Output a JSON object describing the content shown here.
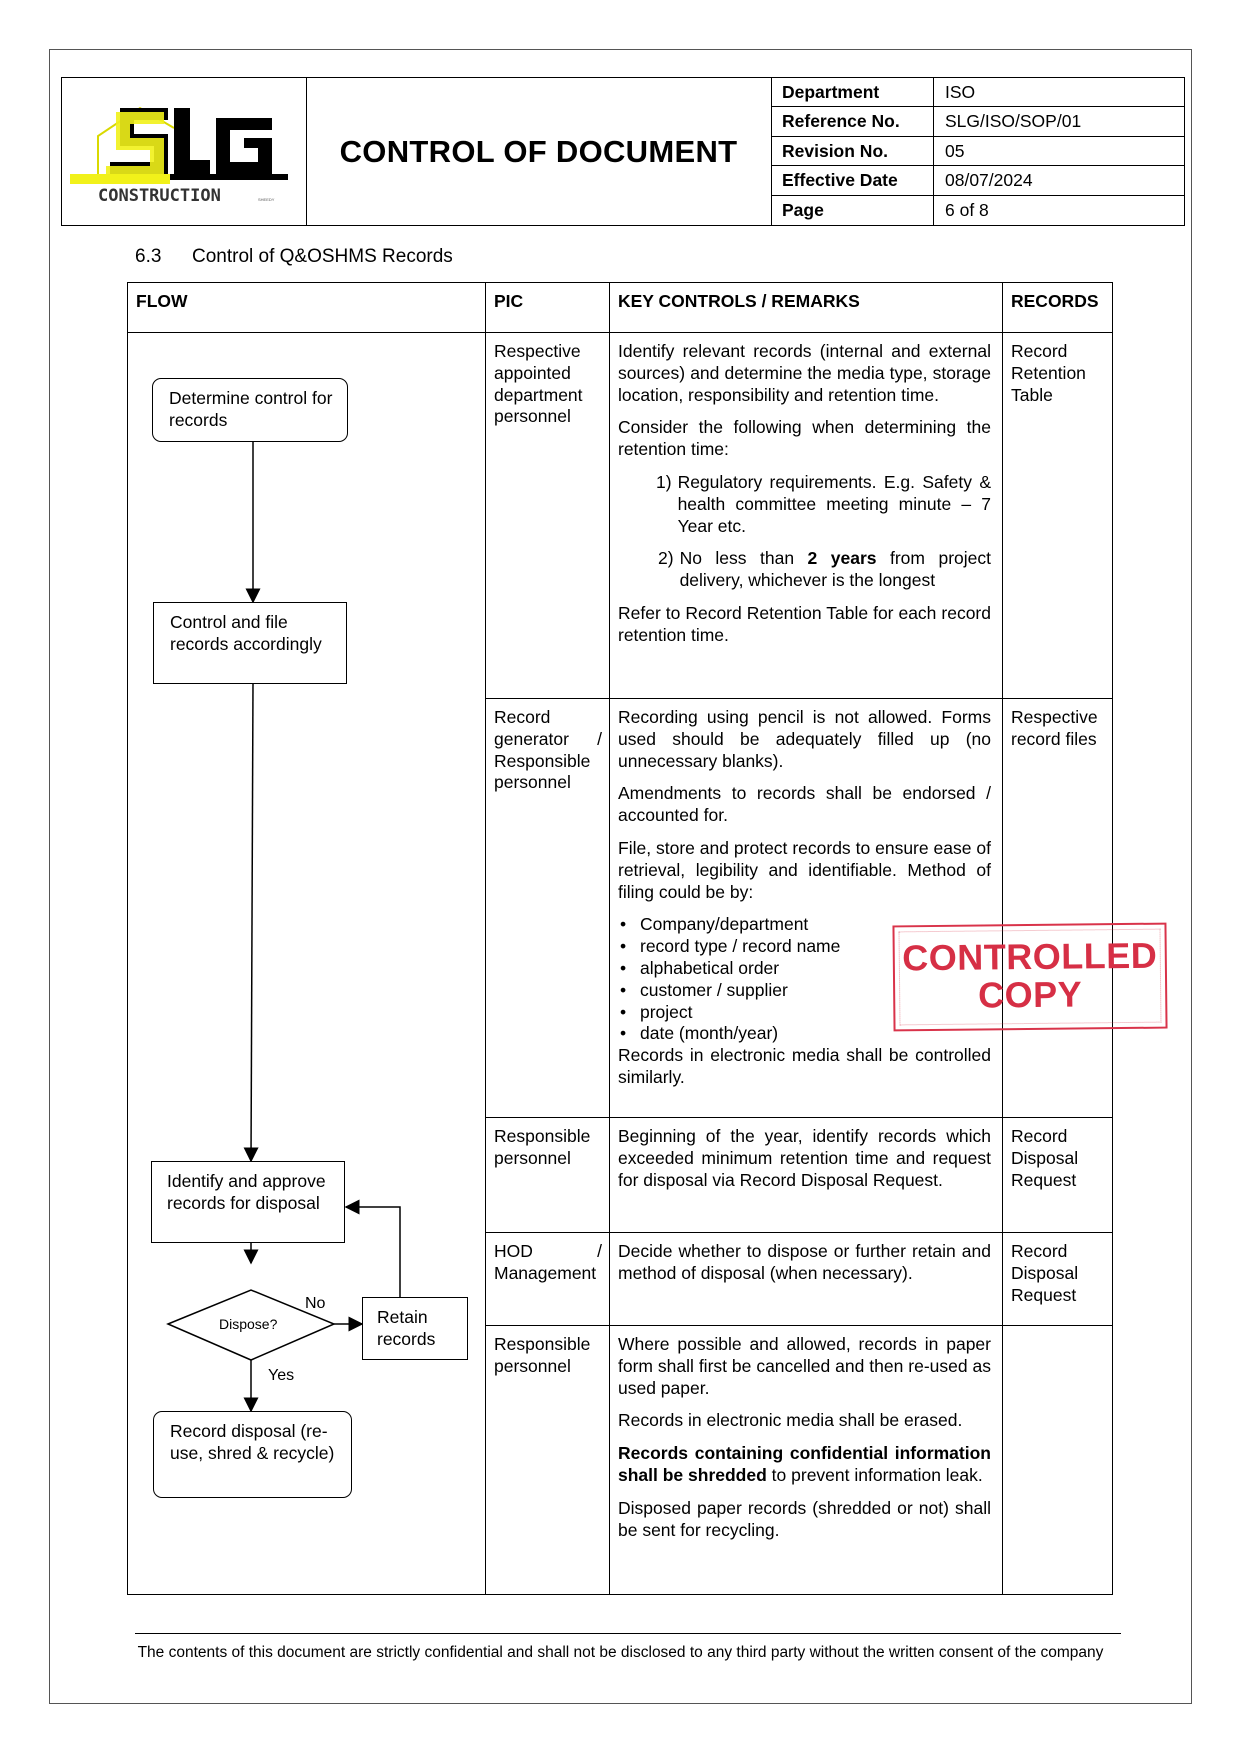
{
  "header": {
    "logo_text": "SLG",
    "logo_subtext": "CONSTRUCTION",
    "logo_mark": "SHEEDY",
    "title": "CONTROL OF DOCUMENT",
    "meta": [
      {
        "label": "Department",
        "value": "ISO"
      },
      {
        "label": "Reference No.",
        "value": "SLG/ISO/SOP/01"
      },
      {
        "label": "Revision No.",
        "value": "05"
      },
      {
        "label": "Effective Date",
        "value": "08/07/2024"
      },
      {
        "label": "Page",
        "value": "6 of 8"
      }
    ]
  },
  "section": {
    "number": "6.3",
    "title": "Control of Q&OSHMS Records"
  },
  "table": {
    "headers": {
      "flow": "FLOW",
      "pic": "PIC",
      "key": "KEY CONTROLS / REMARKS",
      "records": "RECORDS"
    },
    "rows": [
      {
        "pic": "Respective appointed department personnel",
        "key_p1": "Identify relevant records (internal and external sources) and determine the media type, storage location, responsibility and retention time.",
        "key_p2": "Consider the following when determining the retention time:",
        "item1_num": "1)",
        "item1_text": "Regulatory requirements. E.g. Safety & health committee meeting minute – 7 Year etc.",
        "item2_num": "2)",
        "item2_pre": "No less than",
        "item2_bold": "2 years",
        "item2_post": "from project delivery, whichever is the longest",
        "key_p3": "Refer to Record Retention Table for each record retention time.",
        "records": "Record Retention Table"
      },
      {
        "pic_1": "Record",
        "pic_2": "generator /",
        "pic_3": "Responsible personnel",
        "key_p1": "Recording using pencil is not allowed. Forms used should be adequately filled up (no unnecessary blanks).",
        "key_p2": "Amendments to records shall be endorsed / accounted for.",
        "key_p3": "File, store and protect records to ensure ease of retrieval, legibility and identifiable. Method of filing could be by:",
        "bullets": [
          "Company/department",
          "record type / record name",
          "alphabetical order",
          "customer / supplier",
          "project",
          "date (month/year)"
        ],
        "key_p4": "Records in electronic media shall be controlled similarly.",
        "records": "Respective record files"
      },
      {
        "pic": "Responsible personnel",
        "key_p1": "Beginning of the year, identify records which exceeded minimum retention time and request for disposal via Record Disposal Request.",
        "records": "Record Disposal Request"
      },
      {
        "pic_1": "HOD /",
        "pic_2": "Management",
        "key_p1": "Decide whether to dispose or further retain and method of disposal (when necessary).",
        "records": "Record Disposal Request"
      },
      {
        "pic": "Responsible personnel",
        "key_p1": "Where possible and allowed, records in paper form shall first be cancelled and then re-used as used paper.",
        "key_p2": "Records in electronic media shall be erased.",
        "key_p3_bold": "Records containing confidential information shall be shredded",
        "key_p3_rest": "to prevent information leak.",
        "key_p4": "Disposed paper records (shredded or not) shall be sent for recycling.",
        "records": ""
      }
    ]
  },
  "flowchart": {
    "box1": "Determine control for records",
    "box2": "Control and file records accordingly",
    "box3": "Identify and approve records for disposal",
    "decision": "Dispose?",
    "label_no": "No",
    "label_yes": "Yes",
    "retain": "Retain records",
    "box4": "Record disposal (re-use, shred & recycle)"
  },
  "stamp": {
    "line1": "CONTROLLED",
    "line2": "COPY",
    "color": "#d62f45"
  },
  "footer": "The contents of this document are strictly confidential and shall not be disclosed to any third party without the written consent of the company"
}
